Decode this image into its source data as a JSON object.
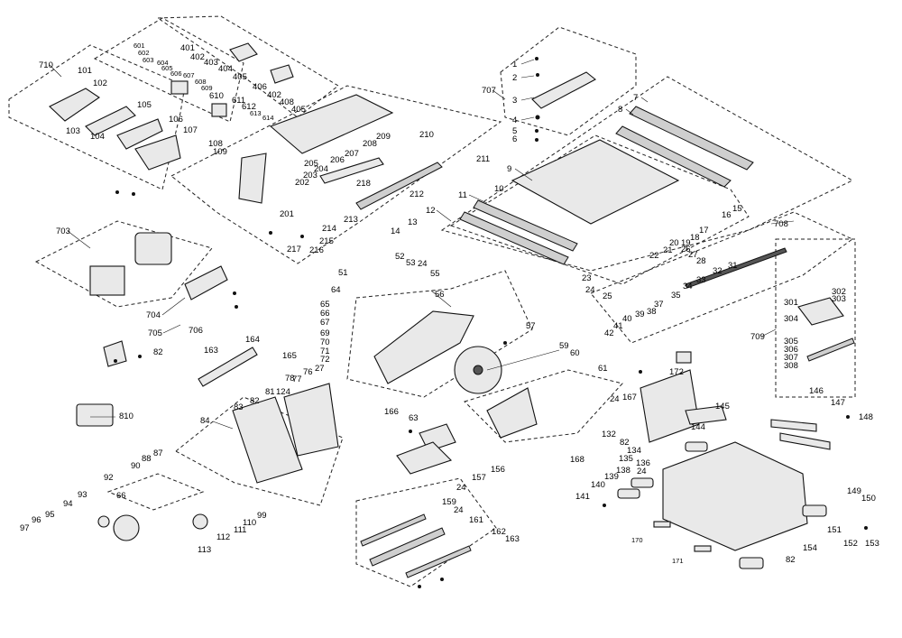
{
  "diagram": {
    "labels": {
      "a1": "1",
      "a2": "2",
      "a3": "3",
      "a4": "4",
      "a5": "5",
      "a6": "6",
      "a7": "7",
      "a8": "8",
      "a9": "9",
      "a10": "10",
      "a11": "11",
      "a12": "12",
      "a13": "13",
      "a14": "14",
      "a15": "15",
      "a16": "16",
      "a17": "17",
      "a18": "18",
      "a19": "19",
      "a20": "20",
      "a21": "21",
      "a22": "22",
      "a23": "23",
      "a24": "24",
      "a25": "25",
      "a26": "26",
      "a27": "27",
      "a28": "28",
      "a31": "31",
      "a32": "32",
      "a33": "33",
      "a34": "34",
      "a35": "35",
      "a37": "37",
      "a38": "38",
      "a39": "39",
      "a40": "40",
      "a41": "41",
      "a42": "42",
      "a51": "51",
      "a52": "52",
      "a53": "53",
      "a55": "55",
      "a56": "56",
      "a57": "57",
      "a59": "59",
      "a60": "60",
      "a61": "61",
      "a63": "63",
      "a64": "64",
      "a65": "65",
      "a66": "66",
      "a67": "67",
      "a69": "69",
      "a70": "70",
      "a71": "71",
      "a72": "72",
      "a76": "76",
      "a77": "77",
      "a78": "78",
      "a81": "81",
      "a82": "82",
      "a83": "83",
      "a84": "84",
      "a87": "87",
      "a88": "88",
      "a90": "90",
      "a92": "92",
      "a93": "93",
      "a94": "94",
      "a95": "95",
      "a96": "96",
      "a97": "97",
      "a99": "99",
      "a101": "101",
      "a102": "102",
      "a103": "103",
      "a104": "104",
      "a105": "105",
      "a106": "106",
      "a107": "107",
      "a108": "108",
      "a109": "109",
      "a110": "110",
      "a111": "111",
      "a112": "112",
      "a113": "113",
      "a124": "124",
      "a132": "132",
      "a134": "134",
      "a135": "135",
      "a136": "136",
      "a138": "138",
      "a139": "139",
      "a140": "140",
      "a141": "141",
      "a144": "144",
      "a145": "145",
      "a146": "146",
      "a147": "147",
      "a148": "148",
      "a149": "149",
      "a150": "150",
      "a151": "151",
      "a152": "152",
      "a153": "153",
      "a154": "154",
      "a156": "156",
      "a157": "157",
      "a159": "159",
      "a161": "161",
      "a162": "162",
      "a163": "163",
      "a164": "164",
      "a165": "165",
      "a166": "166",
      "a167": "167",
      "a168": "168",
      "a170": "170",
      "a171": "171",
      "a172": "172",
      "a201": "201",
      "a202": "202",
      "a203": "203",
      "a204": "204",
      "a205": "205",
      "a206": "206",
      "a207": "207",
      "a208": "208",
      "a209": "209",
      "a210": "210",
      "a211": "211",
      "a212": "212",
      "a213": "213",
      "a214": "214",
      "a215": "215",
      "a216": "216",
      "a217": "217",
      "a218": "218",
      "a301": "301",
      "a302": "302",
      "a303": "303",
      "a304": "304",
      "a305": "305",
      "a306": "306",
      "a307": "307",
      "a308": "308",
      "a401": "401",
      "a402": "402",
      "a403": "403",
      "a404": "404",
      "a405": "405",
      "a406": "406",
      "a408": "408",
      "a601": "601",
      "a602": "602",
      "a603": "603",
      "a604": "604",
      "a605": "605",
      "a606": "606",
      "a607": "607",
      "a608": "608",
      "a609": "609",
      "a610": "610",
      "a611": "611",
      "a612": "612",
      "a613": "613",
      "a614": "614",
      "a703": "703",
      "a704": "704",
      "a705": "705",
      "a706": "706",
      "a707": "707",
      "a708": "708",
      "a709": "709",
      "a710": "710",
      "a810": "810"
    }
  }
}
